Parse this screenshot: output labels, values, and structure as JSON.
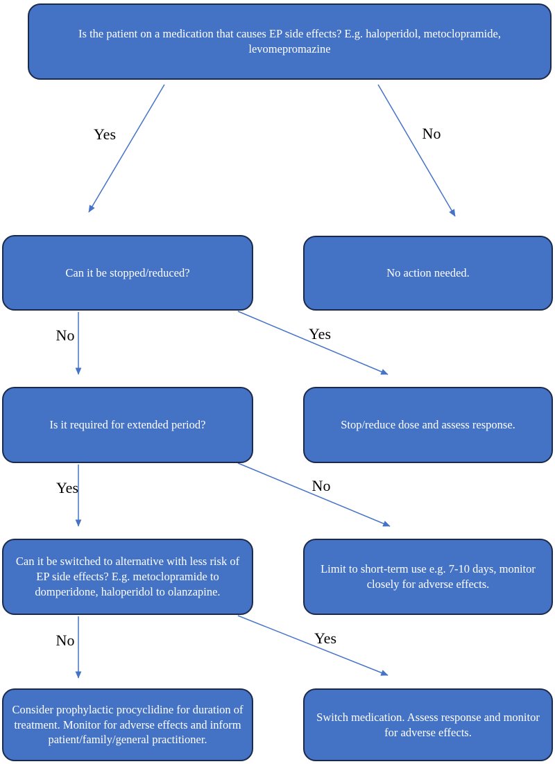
{
  "flowchart": {
    "description": "Decision flowchart for managing medications that cause EP side effects",
    "colors": {
      "box_fill": "#4472C4",
      "box_border": "#1B2A4A",
      "box_text": "#FFFFFF",
      "arrow": "#4573C7",
      "label_text": "#000000",
      "background": "#FFFFFF"
    },
    "nodes": [
      {
        "id": "start-question",
        "text": "Is the patient on a medication that causes EP side effects? E.g. haloperidol, metoclopramide, levomepromazine"
      },
      {
        "id": "can-stop-question",
        "text": "Can it be stopped/reduced?"
      },
      {
        "id": "no-action-result",
        "text": "No action needed."
      },
      {
        "id": "extended-period-question",
        "text": "Is it required for extended period?"
      },
      {
        "id": "stop-reduce-result",
        "text": "Stop/reduce dose and assess response."
      },
      {
        "id": "switch-alternative-question",
        "text": "Can it be switched to alternative with less risk of EP side effects? E.g. metoclopramide to domperidone, haloperidol to olanzapine."
      },
      {
        "id": "short-term-result",
        "text": "Limit to short-term use e.g. 7-10 days, monitor closely for adverse effects."
      },
      {
        "id": "procyclidine-result",
        "text": "Consider prophylactic procyclidine for duration of treatment. Monitor for adverse effects and inform patient/family/general practitioner."
      },
      {
        "id": "switch-medication-result",
        "text": "Switch medication. Assess response and monitor for adverse effects."
      }
    ],
    "edges": [
      {
        "from": "start-question",
        "to": "can-stop-question",
        "label": "Yes"
      },
      {
        "from": "start-question",
        "to": "no-action-result",
        "label": "No"
      },
      {
        "from": "can-stop-question",
        "to": "extended-period-question",
        "label": "No"
      },
      {
        "from": "can-stop-question",
        "to": "stop-reduce-result",
        "label": "Yes"
      },
      {
        "from": "extended-period-question",
        "to": "switch-alternative-question",
        "label": "Yes"
      },
      {
        "from": "extended-period-question",
        "to": "short-term-result",
        "label": "No"
      },
      {
        "from": "switch-alternative-question",
        "to": "procyclidine-result",
        "label": "No"
      },
      {
        "from": "switch-alternative-question",
        "to": "switch-medication-result",
        "label": "Yes"
      }
    ]
  }
}
